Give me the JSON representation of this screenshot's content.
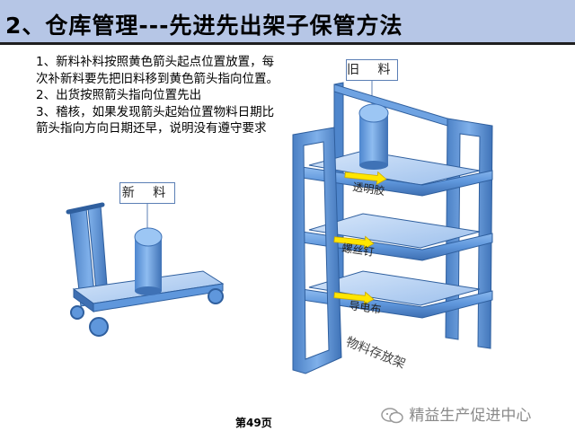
{
  "title": "2、仓库管理---先进先出架子保管方法",
  "instructions": [
    "1、新料补料按照黄色箭头起点位置放置，每次补新料要先把旧料移到黄色箭头指向位置。",
    "2、出货按照箭头指向位置先出",
    "3、稽核，如果发现箭头起始位置物料日期比箭头指向方向日期还早，说明没有遵守要求"
  ],
  "labels": {
    "new_material": "新 料",
    "old_material": "旧 料"
  },
  "shelf_labels": [
    "透明胶",
    "螺丝钉",
    "导电布"
  ],
  "rack_side_text": "物料存放架",
  "page_number": "第49页",
  "watermark": "精益生产促进中心",
  "colors": {
    "frame": "#5b93d9",
    "frame_dark": "#2f5f9e",
    "arrow": "#ffe600",
    "title_bg": "#b6c6e6"
  },
  "icons": [
    "wechat-icon"
  ]
}
